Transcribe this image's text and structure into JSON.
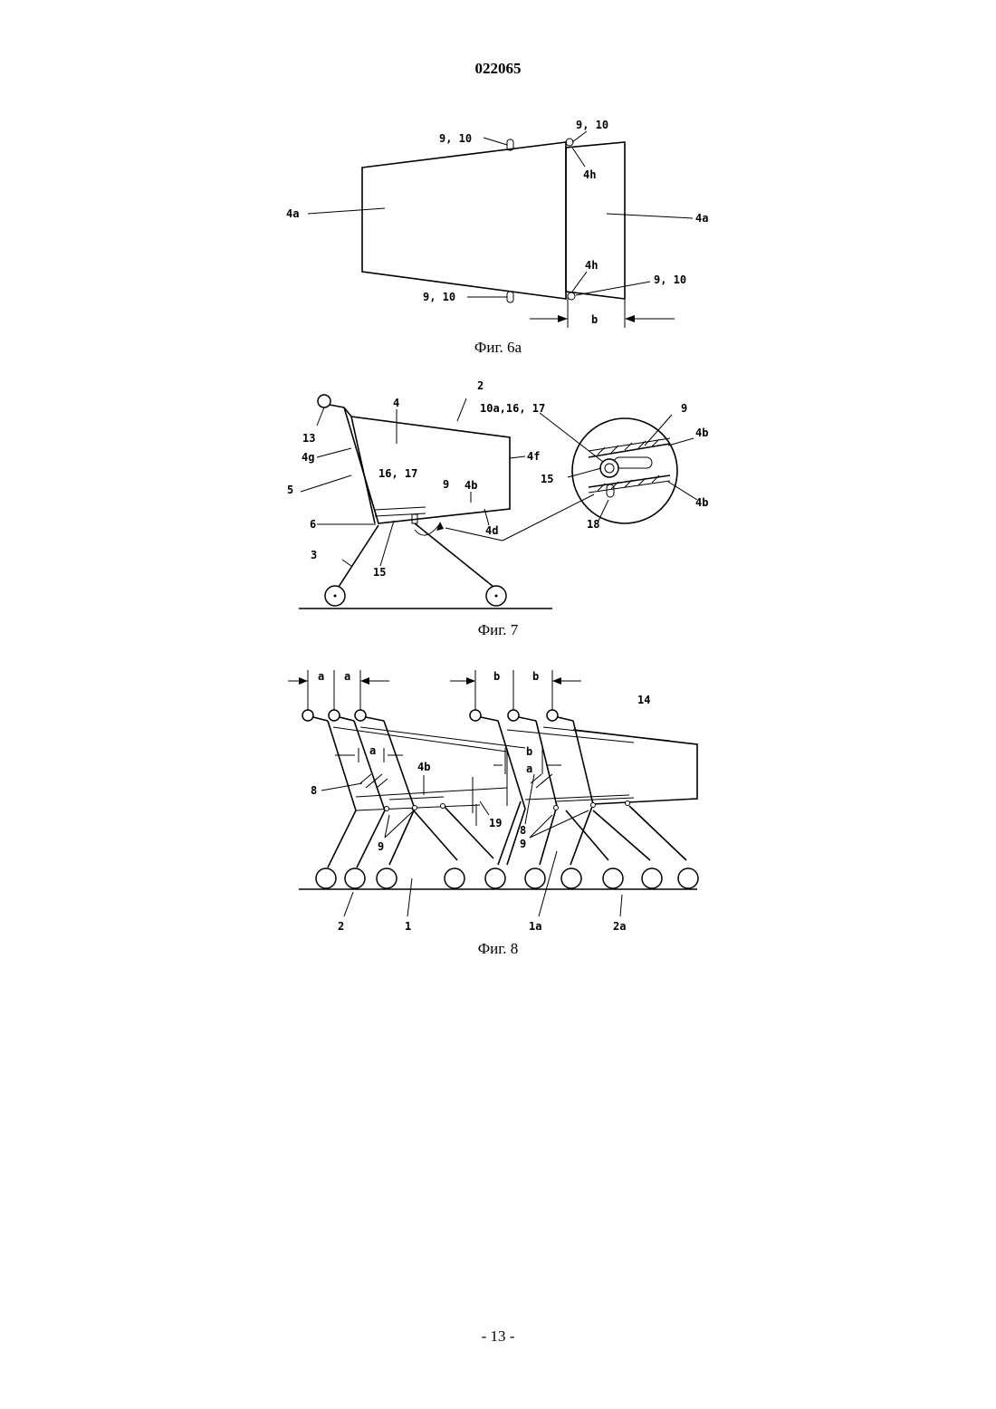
{
  "header": {
    "doc_number": "022065"
  },
  "figures": {
    "fig6a": {
      "caption": "Фиг. 6а",
      "labels": [
        "9, 10",
        "9, 10",
        "4h",
        "4a",
        "4a",
        "4h",
        "9, 10",
        "9, 10",
        "b"
      ]
    },
    "fig7": {
      "caption": "Фиг. 7",
      "labels": [
        "2",
        "4",
        "10a,16, 17",
        "9",
        "13",
        "4b",
        "4f",
        "4g",
        "16, 17",
        "9",
        "4b",
        "15",
        "5",
        "6",
        "4d",
        "4b",
        "18",
        "3",
        "15"
      ]
    },
    "fig8": {
      "caption": "Фиг. 8",
      "labels": [
        "a",
        "a",
        "b",
        "b",
        "14",
        "a",
        "b",
        "a",
        "4b",
        "8",
        "8",
        "19",
        "9",
        "9",
        "2",
        "1",
        "1a",
        "2a"
      ]
    }
  },
  "footer": {
    "page_number": "- 13 -"
  }
}
